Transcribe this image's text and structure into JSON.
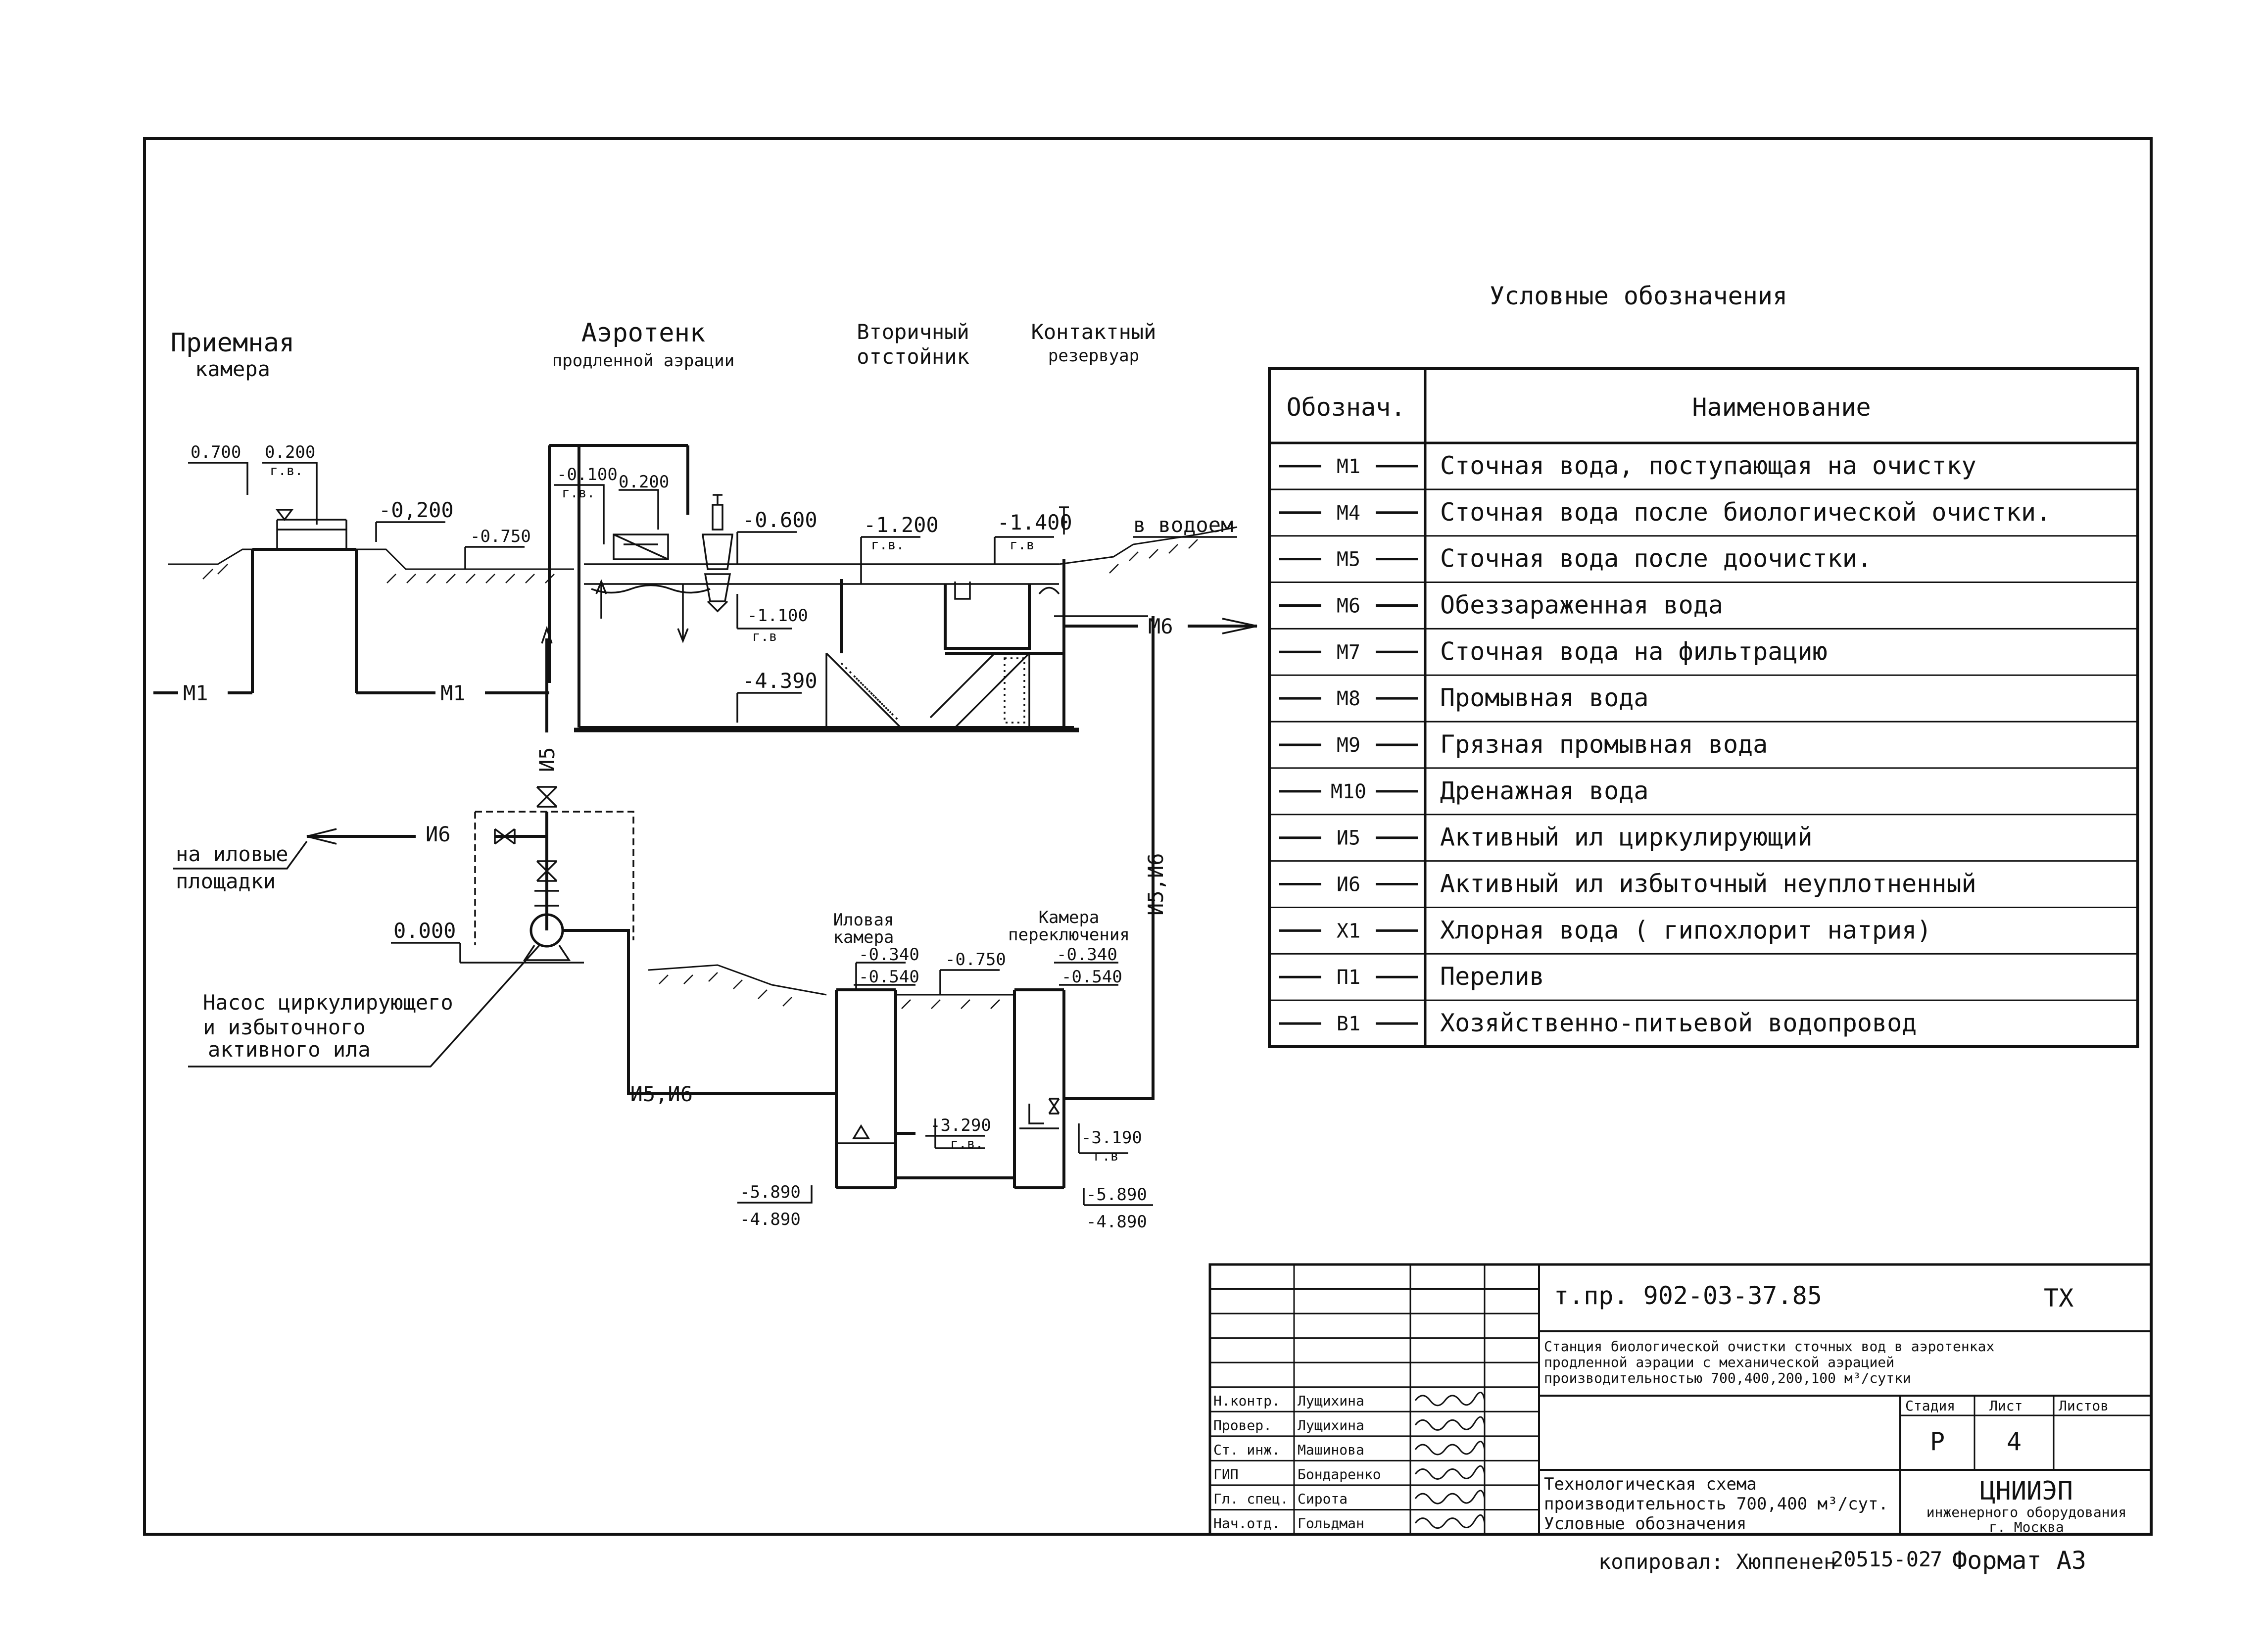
{
  "process_labels": {
    "receiving_chamber": [
      "Приемная",
      "камера"
    ],
    "aerotank": [
      "Аэротенк",
      "продленной аэрации"
    ],
    "secondary_settler": [
      "Вторичный",
      "отстойник"
    ],
    "contact_reservoir": [
      "Контактный",
      "резервуар"
    ],
    "sludge_chamber": [
      "Иловая",
      "камера"
    ],
    "switch_chamber": [
      "Камера",
      "переключения"
    ],
    "to_sludge_beds": [
      "на иловые",
      "площадки"
    ],
    "pump_note": [
      "Насос циркулирующего",
      "и избыточного",
      "активного ила"
    ],
    "to_water_body": "в водоем"
  },
  "elevations": {
    "e_0700": "0.700",
    "e_0200": "0.200",
    "e_rv1": "г.в.",
    "e_m0200": "-0,200",
    "e_m0750a": "-0.750",
    "e_m0100": "-0.100",
    "e_rv2": "г.в.",
    "e_0200b": "0.200",
    "e_m0600": "-0.600",
    "e_m1200": "-1.200",
    "e_rv3": "г.в.",
    "e_m1400": "-1.400",
    "e_rv4": "г.в",
    "e_m1100": "-1.100",
    "e_rv5": "г.в",
    "e_m4390": "-4.390",
    "e_0000": "0.000",
    "e_m0340a": "-0.340",
    "e_m0540a": "-0.540",
    "e_m0750b": "-0.750",
    "e_m0340b": "-0.340",
    "e_m0540b": "-0.540",
    "e_m3290": "-3.290",
    "e_rv6": "г.в.",
    "e_m3190": "-3.190",
    "e_rv7": "г.в",
    "e_m5890a": "-5.890",
    "e_m4890a": "-4.890",
    "e_m5890b": "-5.890",
    "e_m4890b": "-4.890"
  },
  "pipe_labels": {
    "m1_left": "М1",
    "m1_mid": "М1",
    "m6_out": "М6",
    "i5_vert": "И5",
    "i6_horiz": "И6",
    "i5i6_vert": "И5,И6",
    "i5i6_horiz": "И5,И6"
  },
  "legend": {
    "title": "Условные обозначения",
    "header_code": "Обознач.",
    "header_name": "Наименование",
    "rows": [
      {
        "code": "М1",
        "name": "Сточная вода, поступающая на очистку"
      },
      {
        "code": "М4",
        "name": "Сточная вода после биологической очистки."
      },
      {
        "code": "М5",
        "name": "Сточная вода после доочистки."
      },
      {
        "code": "М6",
        "name": "Обеззараженная вода"
      },
      {
        "code": "М7",
        "name": "Сточная вода на фильтрацию"
      },
      {
        "code": "М8",
        "name": "Промывная вода"
      },
      {
        "code": "М9",
        "name": "Грязная промывная вода"
      },
      {
        "code": "М10",
        "name": "Дренажная вода"
      },
      {
        "code": "И5",
        "name": "Активный ил циркулирующий"
      },
      {
        "code": "И6",
        "name": "Активный ил избыточный неуплотненный"
      },
      {
        "code": "Х1",
        "name": "Хлорная вода ( гипохлорит натрия)"
      },
      {
        "code": "П1",
        "name": "Перелив"
      },
      {
        "code": "В1",
        "name": "Хозяйственно-питьевой водопровод"
      }
    ]
  },
  "title_block": {
    "designation": "т.пр. 902-03-37.85",
    "mark": "ТХ",
    "project_title": [
      "Станция биологической очистки сточных вод в аэротенках",
      "продленной аэрации с механической аэрацией",
      "производительностью 700,400,200,100 м³/сутки"
    ],
    "sheet_title": [
      "Технологическая схема",
      "производительность 700,400 м³/сут.",
      "Условные обозначения"
    ],
    "stage_header": "Стадия",
    "sheet_header": "Лист",
    "sheets_header": "Листов",
    "stage": "Р",
    "sheet": "4",
    "org": [
      "ЦНИИЭП",
      "инженерного оборудования",
      "г. Москва"
    ],
    "roles": [
      {
        "role": "Н.контр.",
        "name": "Лущихина"
      },
      {
        "role": "Провер.",
        "name": "Лущихина"
      },
      {
        "role": "Ст. инж.",
        "name": "Машинова"
      },
      {
        "role": "ГИП",
        "name": "Бондаренко"
      },
      {
        "role": "Гл. спец.",
        "name": "Сирота"
      },
      {
        "role": "Нач.отд.",
        "name": "Гольдман"
      }
    ]
  },
  "footer": {
    "copied": "копировал: Хюппенен",
    "number": "20515-02",
    "format_num": "7",
    "format": "Формат А3"
  }
}
